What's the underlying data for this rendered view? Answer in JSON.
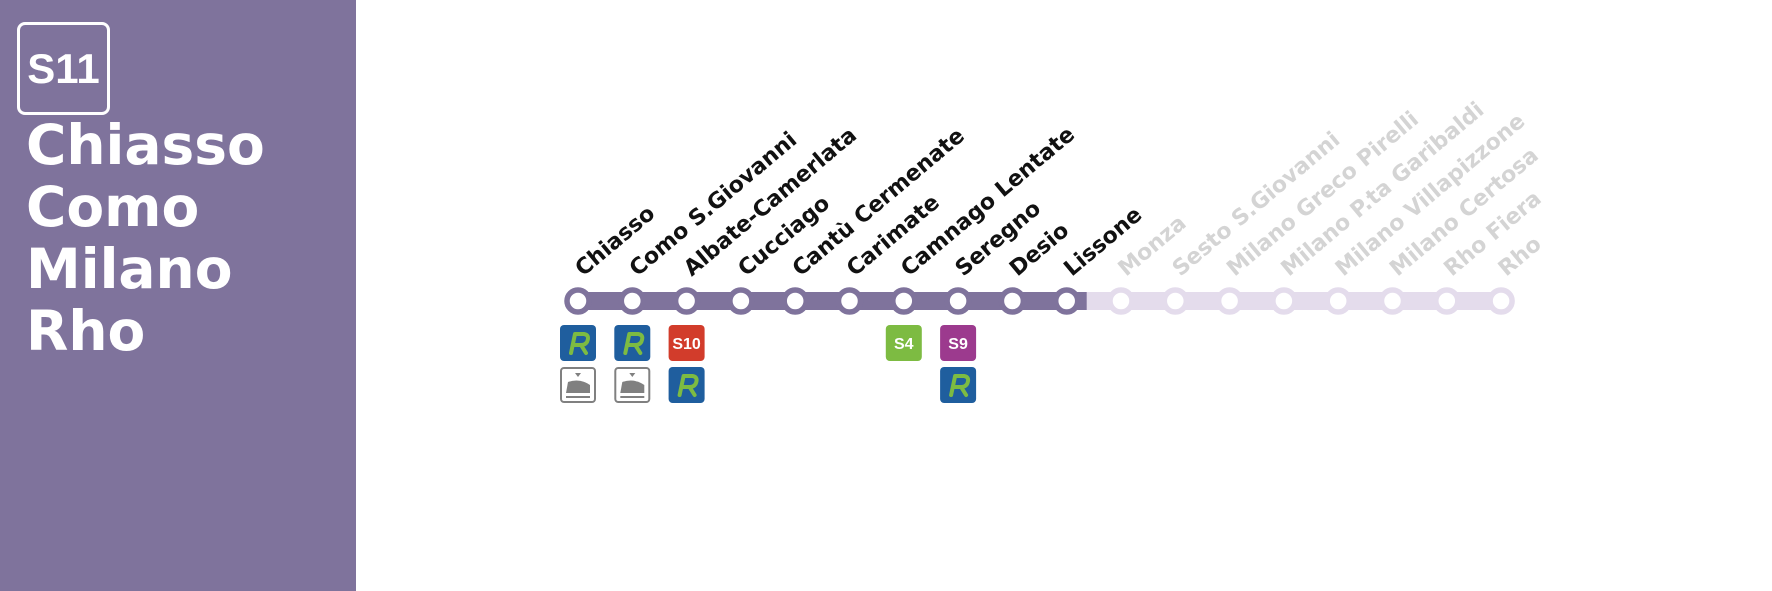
{
  "line": {
    "code": "S11",
    "color": "#7f739c",
    "color_inactive": "#e4dcec",
    "termini": [
      "Chiasso",
      "Como",
      "Milano",
      "Rho"
    ]
  },
  "stations": [
    {
      "name": "Chiasso",
      "active": true,
      "connections": [
        "regional",
        "long-distance"
      ]
    },
    {
      "name": "Como S.Giovanni",
      "active": true,
      "connections": [
        "regional",
        "long-distance"
      ]
    },
    {
      "name": "Albate-Camerlata",
      "active": true,
      "connections": [
        "S10",
        "regional"
      ]
    },
    {
      "name": "Cucciago",
      "active": true,
      "connections": []
    },
    {
      "name": "Cantù Cermenate",
      "active": true,
      "connections": []
    },
    {
      "name": "Carimate",
      "active": true,
      "connections": []
    },
    {
      "name": "Camnago Lentate",
      "active": true,
      "connections": [
        "S4"
      ]
    },
    {
      "name": "Seregno",
      "active": true,
      "connections": [
        "S9",
        "regional"
      ]
    },
    {
      "name": "Desio",
      "active": true,
      "connections": []
    },
    {
      "name": "Lissone",
      "active": true,
      "connections": []
    },
    {
      "name": "Monza",
      "active": false,
      "connections": []
    },
    {
      "name": "Sesto S.Giovanni",
      "active": false,
      "connections": []
    },
    {
      "name": "Milano Greco Pirelli",
      "active": false,
      "connections": []
    },
    {
      "name": "Milano P.ta Garibaldi",
      "active": false,
      "connections": []
    },
    {
      "name": "Milano Villapizzone",
      "active": false,
      "connections": []
    },
    {
      "name": "Milano Certosa",
      "active": false,
      "connections": []
    },
    {
      "name": "Rho Fiera",
      "active": false,
      "connections": []
    },
    {
      "name": "Rho",
      "active": false,
      "connections": []
    }
  ],
  "connection_types": {
    "S10": {
      "label": "S10",
      "color": "#d23c2b",
      "icon": "s10-line-badge"
    },
    "S4": {
      "label": "S4",
      "color": "#7dbb42",
      "icon": "s4-line-badge"
    },
    "S9": {
      "label": "S9",
      "color": "#9c3a8e",
      "icon": "s9-line-badge"
    },
    "regional": {
      "label": "",
      "color": "#1f5e9e",
      "accent": "#7dbb42",
      "icon": "regional-train-icon"
    },
    "long-distance": {
      "label": "",
      "color": "#ffffff",
      "accent": "#808080",
      "icon": "long-distance-train-icon"
    }
  },
  "colors": {
    "label_active": "#111111",
    "label_inactive": "#d4d4d4"
  }
}
